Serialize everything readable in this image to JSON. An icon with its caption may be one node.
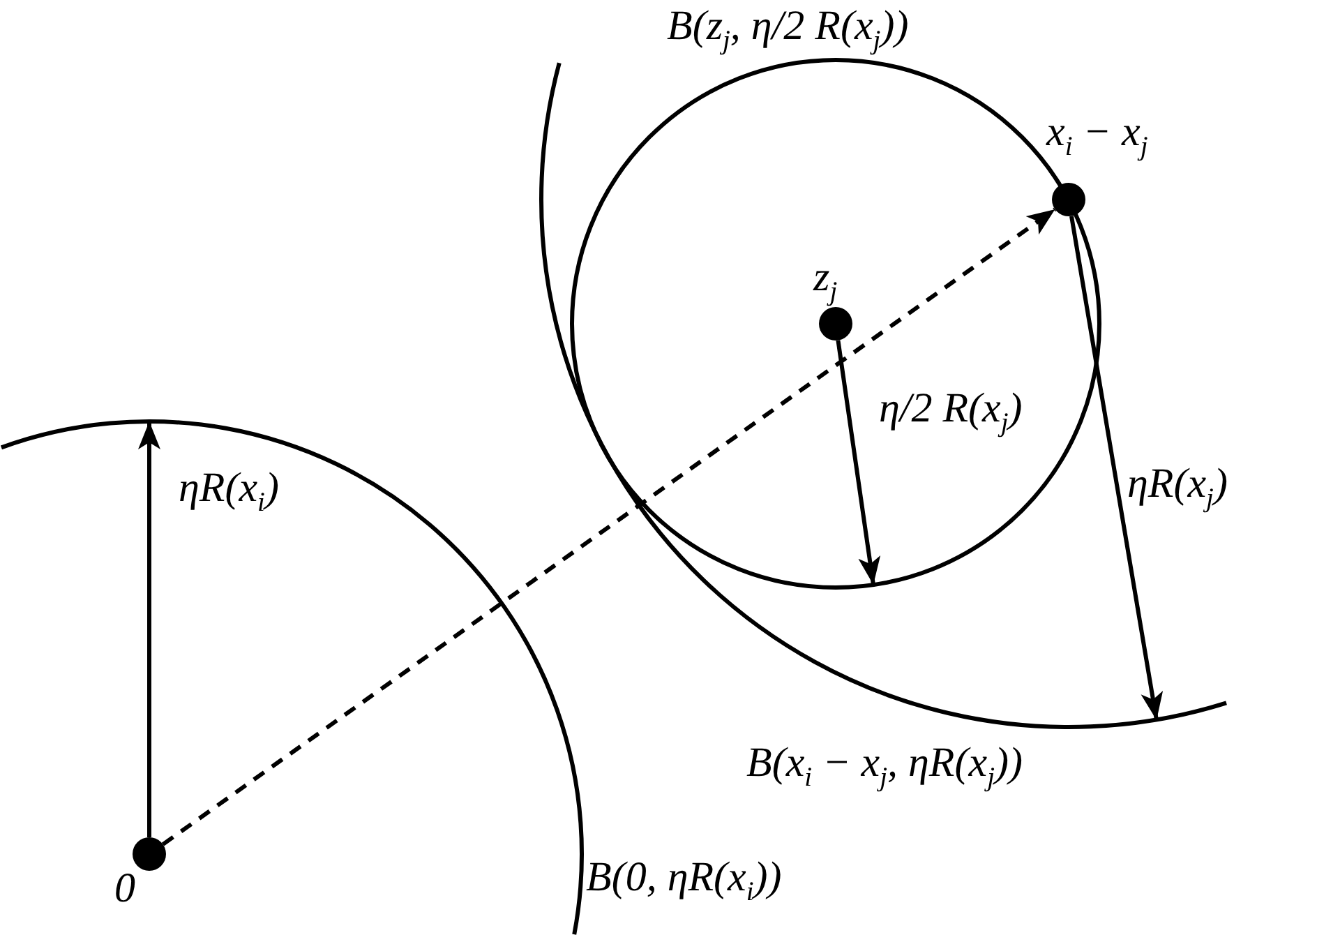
{
  "diagram": {
    "nodes": [
      {
        "text": [
          "B(0, ηR(x$_{i}$))"
        ]
      },
      {
        "text": [
          "B(x$_{i}$ − x$_{j}$, ηR(x$_{j}$))"
        ]
      },
      {
        "text": [
          "B(z$_{j}$, η/2 R(x$_{j}$))"
        ],
        "in": 1
      },
      {
        "text": [
          "0"
        ],
        "in": 0
      },
      {
        "text": [
          "z$_{j}$"
        ],
        "in": 2
      },
      {
        "text": [
          "x$_{i}$ − x$_{j}$"
        ],
        "in": 1
      }
    ],
    "edges": [
      {
        "from": 3,
        "to": 5,
        "arrow": "to",
        "style": "dashed"
      },
      {
        "from": 3,
        "to": 0,
        "arrow": "to",
        "label": "ηR(x$_{i}$)"
      },
      {
        "from": 4,
        "to": 2,
        "arrow": "to",
        "label": "η/2 R(x$_{j}$)"
      },
      {
        "from": 5,
        "to": 1,
        "arrow": "to",
        "label": "ηR(x$_{j}$)"
      }
    ]
  }
}
